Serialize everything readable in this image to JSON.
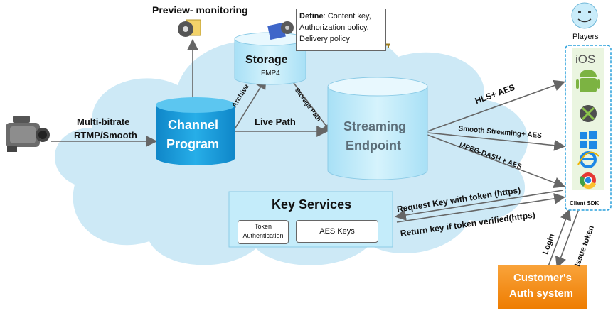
{
  "preview_label": "Preview- monitoring",
  "define_box": {
    "bold": "Define",
    "line1": ": Content key,",
    "line2": "Authorization policy,",
    "line3": "Delivery policy"
  },
  "players_label": "Players",
  "storage": {
    "title": "Storage",
    "subtitle": "FMP4"
  },
  "channel": {
    "line1": "Channel",
    "line2": "Program"
  },
  "streaming": {
    "line1": "Streaming",
    "line2": "Endpoint"
  },
  "input": {
    "line1": "Multi-bitrate",
    "line2": "RTMP/Smooth"
  },
  "arrows": {
    "archive": "Archive",
    "storage_path": "Storage Path",
    "live_path": "Live Path",
    "hls": "HLS+ AES",
    "smooth": "Smooth Streaming+ AES",
    "dash": "MPEG-DASH + AES",
    "request_key": "Request Key with token (https)",
    "return_key": "Return key if token verified(https)",
    "login": "Login",
    "issue_token": "Issue token"
  },
  "key_services": {
    "title": "Key Services",
    "token_auth_line1": "Token",
    "token_auth_line2": "Authentication",
    "aes_keys": "AES Keys"
  },
  "client_sdk": "Client SDK",
  "platform_icons": [
    "ios-icon",
    "android-icon",
    "xbox-icon",
    "windows-icon",
    "ie-icon",
    "chrome-icon"
  ],
  "ios_text": "iOS",
  "auth_system": {
    "line1": "Customer's",
    "line2": "Auth system"
  },
  "colors": {
    "cloud": "#cde9f6",
    "cylinder_dark": "#1da1e2",
    "cylinder_light": "#c4ecfa",
    "orange": "#f58a07",
    "arrow": "#666666"
  }
}
